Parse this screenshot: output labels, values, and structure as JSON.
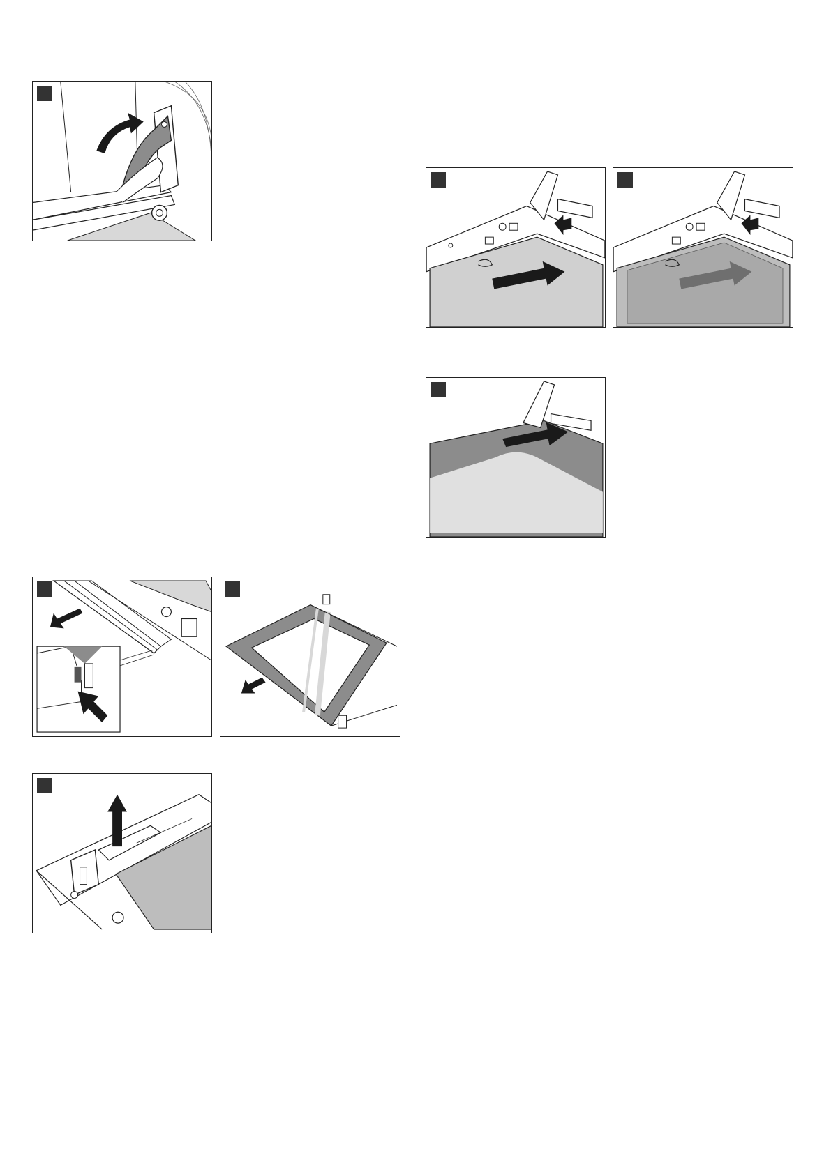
{
  "illustrations": [
    {
      "id": "hinge-lever-fold-up",
      "step_marker": ""
    },
    {
      "id": "clip-slide-in-grey",
      "step_marker": ""
    },
    {
      "id": "clip-slide-in-dark",
      "step_marker": ""
    },
    {
      "id": "glass-pane-insert",
      "step_marker": ""
    },
    {
      "id": "door-trim-remove",
      "step_marker": ""
    },
    {
      "id": "glass-pane-pull-out",
      "step_marker": ""
    },
    {
      "id": "clip-lift-off",
      "step_marker": ""
    }
  ],
  "colors": {
    "outline": "#222222",
    "light_grey": "#d8d8d8",
    "mid_grey": "#bdbdbd",
    "dark_grey": "#8c8c8c",
    "arrow": "#1a1a1a",
    "marker": "#333333"
  },
  "icons": [
    "curved-arrow-icon",
    "straight-arrow-icon",
    "push-arrow-icon",
    "up-arrow-icon"
  ]
}
